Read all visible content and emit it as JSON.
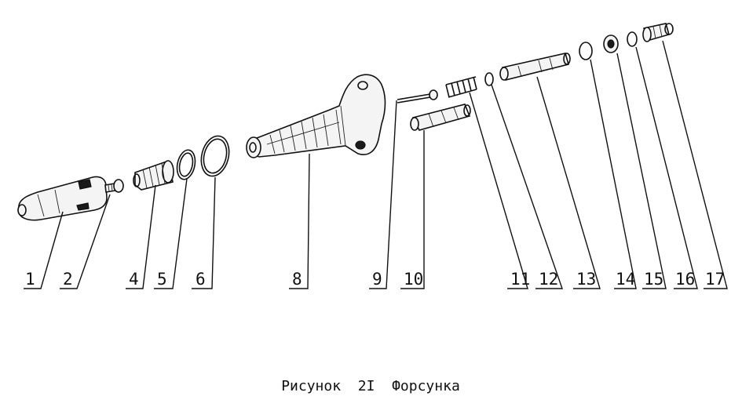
{
  "caption": "Рисунок  2I  Форсунка",
  "callouts": {
    "c1": "1",
    "c2": "2",
    "c4": "4",
    "c5": "5",
    "c6": "6",
    "c8": "8",
    "c9": "9",
    "c10": "10",
    "c11": "11",
    "c12": "12",
    "c13": "13",
    "c14": "14",
    "c15": "15",
    "c16": "16",
    "c17": "17"
  }
}
